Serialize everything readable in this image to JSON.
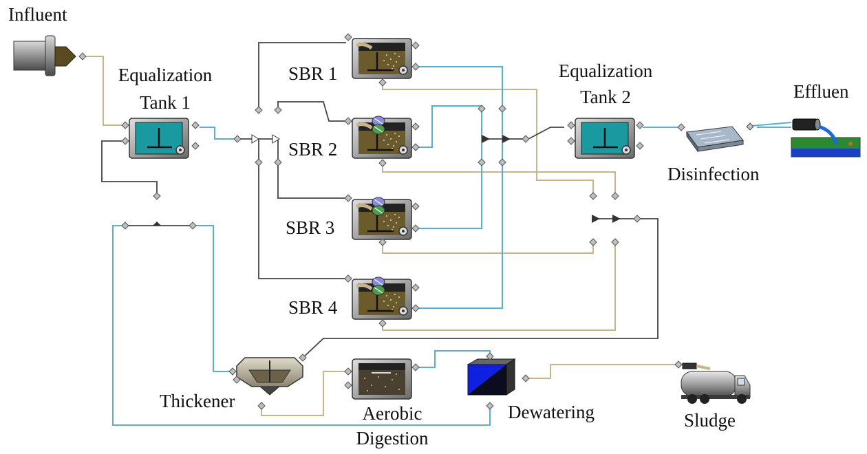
{
  "labels": {
    "influent": "Influent",
    "eq1_line1": "Equalization",
    "eq1_line2": "Tank 1",
    "sbr1": "SBR 1",
    "sbr2": "SBR 2",
    "sbr3": "SBR 3",
    "sbr4": "SBR 4",
    "eq2_line1": "Equalization",
    "eq2_line2": "Tank 2",
    "effluent": "Effluen",
    "disinfection": "Disinfection",
    "thickener": "Thickener",
    "digestion_line1": "Aerobic",
    "digestion_line2": "Digestion",
    "dewatering": "Dewatering",
    "sludge": "Sludge"
  },
  "colors": {
    "water_line": "#5aaed0",
    "sludge_line": "#c8b48c",
    "air_line": "#444444",
    "eq_tank_fill": "#1a9aa0",
    "sbr_fill": "#6b5a2c",
    "dewater_blue": "#1020e0",
    "frame_gray": "#8a8a8a"
  },
  "icons": {
    "influent": "pipe-influent-icon",
    "eq_tank": "equalization-tank-icon",
    "sbr": "sbr-reactor-icon",
    "disinfection": "uv-disinfection-icon",
    "effluent": "effluent-outfall-icon",
    "thickener": "gravity-thickener-icon",
    "digestion": "aerobic-digester-icon",
    "dewatering": "dewatering-unit-icon",
    "sludge": "sludge-truck-icon"
  }
}
